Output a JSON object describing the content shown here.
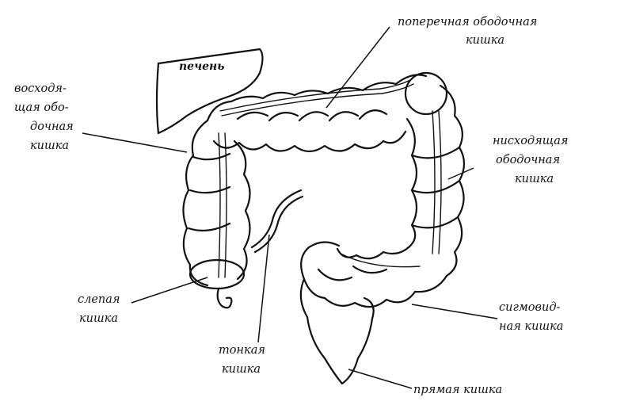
{
  "labels": {
    "liver": "печень",
    "transverse_l1": "поперечная ободочная",
    "transverse_l2": "кишка",
    "ascending_l1": "восходя-",
    "ascending_l2": "щая обо-",
    "ascending_l3": "дочная",
    "ascending_l4": "кишка",
    "descending_l1": "нисходящая",
    "descending_l2": "ободочная",
    "descending_l3": "кишка",
    "cecum_l1": "слепая",
    "cecum_l2": "кишка",
    "small_intestine_l1": "тонкая",
    "small_intestine_l2": "кишка",
    "sigmoid_l1": "сигмовид-",
    "sigmoid_l2": "ная кишка",
    "rectum": "прямая кишка"
  }
}
